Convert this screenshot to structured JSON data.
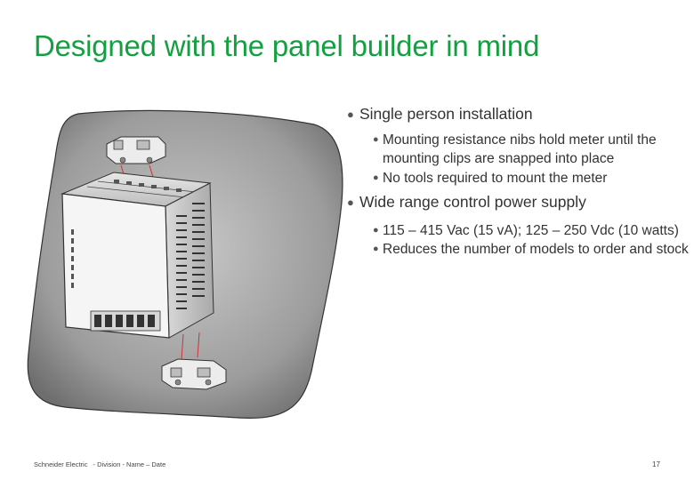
{
  "slide": {
    "title": "Designed with the panel builder in mind",
    "bullets": [
      {
        "text": "Single person installation",
        "sub": [
          "Mounting resistance nibs hold meter until the mounting clips are snapped into place",
          "No tools required to mount the meter"
        ]
      },
      {
        "text": "Wide range control power supply",
        "sub": [
          "115 – 415 Vac (15 vA); 125 – 250 Vdc (10 watts)",
          "Reduces the number of models to order and stock"
        ]
      }
    ]
  },
  "footer": {
    "company": "Schneider Electric",
    "division": "- Division - Name – Date",
    "page": "17"
  },
  "colors": {
    "title_green": "#13a040",
    "panel_gray": "#8e8e8e",
    "meter_white": "#f5f5f5",
    "arrow_red": "#cc3333"
  },
  "icons": {
    "bullet": "bullet-dot-icon"
  }
}
